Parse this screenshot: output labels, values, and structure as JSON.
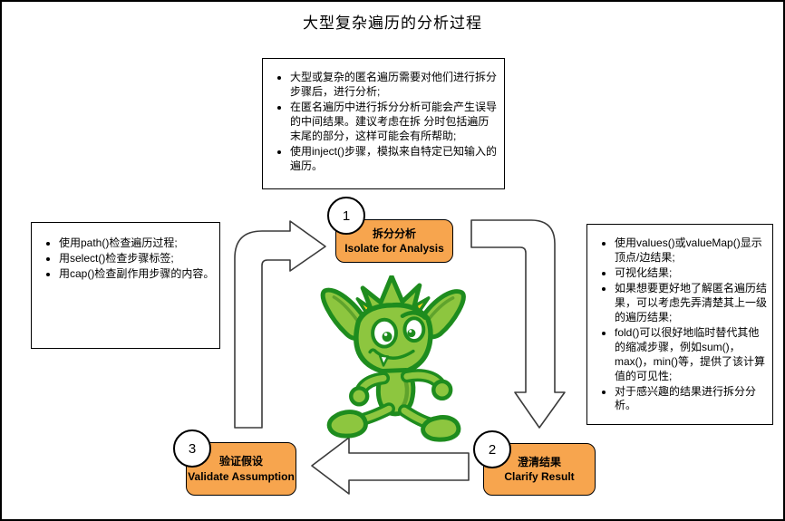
{
  "title": "大型复杂遍历的分析过程",
  "colors": {
    "step_box_fill": "#F7A54E",
    "step_box_border": "#000000",
    "note_border": "#000000",
    "arrow_stroke": "#3b3b3b",
    "gremlin_body_green": "#8DC63F",
    "gremlin_outline_green": "#1E8C1E",
    "gremlin_horn_yellow": "#FFD21E"
  },
  "notes": {
    "top": {
      "items": [
        "大型或复杂的匿名遍历需要对他们进行拆分步骤后，进行分析;",
        "在匿名遍历中进行拆分分析可能会产生误导的中间结果。建议考虑在拆 分时包括遍历末尾的部分，这样可能会有所帮助;",
        "使用inject()步骤，模拟来自特定已知输入的遍历。"
      ]
    },
    "left": {
      "items": [
        "使用path()检查遍历过程;",
        "用select()检查步骤标签;",
        "用cap()检查副作用步骤的内容。"
      ]
    },
    "right": {
      "items": [
        "使用values()或valueMap()显示顶点/边结果;",
        "可视化结果;",
        "如果想要更好地了解匿名遍历结果，可以考虑先弄清楚其上一级的遍历结果;",
        "fold()可以很好地临时替代其他的缩减步骤，例如sum()，max()，min()等，提供了该计算值的可见性;",
        "对于感兴趣的结果进行拆分分析。"
      ]
    }
  },
  "steps": [
    {
      "number": "1",
      "label_zh": "拆分分析",
      "label_en": "Isolate for Analysis"
    },
    {
      "number": "2",
      "label_zh": "澄清结果",
      "label_en": "Clarify Result"
    },
    {
      "number": "3",
      "label_zh": "验证假设",
      "label_en": "Validate Assumption"
    }
  ],
  "mascot": "gremlin-mascot"
}
